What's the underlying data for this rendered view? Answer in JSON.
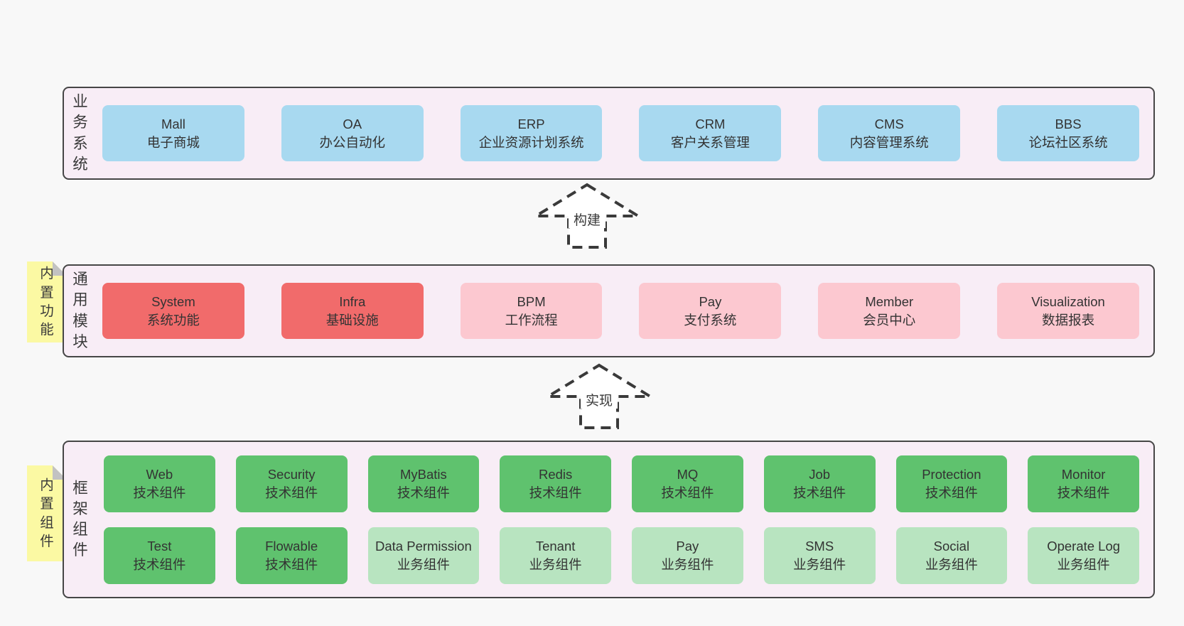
{
  "colors": {
    "page-bg": "#f8f8f8",
    "panel-bg": "#f8edf6",
    "panel-border": "#464646",
    "blue": "#a8d9f0",
    "red": "#f16b6b",
    "pink": "#fcc8d0",
    "green": "#5fc26e",
    "green-light": "#b8e4c0",
    "sticky-yellow": "#fbf9a3",
    "sticky-fold": "#c2c2c2",
    "text": "#333333"
  },
  "arrows": [
    {
      "label": "构建"
    },
    {
      "label": "实现"
    }
  ],
  "sections": [
    {
      "label": "业务系统",
      "boxes": [
        {
          "title": "Mall",
          "subtitle": "电子商城",
          "variant": "blue"
        },
        {
          "title": "OA",
          "subtitle": "办公自动化",
          "variant": "blue"
        },
        {
          "title": "ERP",
          "subtitle": "企业资源计划系统",
          "variant": "blue"
        },
        {
          "title": "CRM",
          "subtitle": "客户关系管理",
          "variant": "blue"
        },
        {
          "title": "CMS",
          "subtitle": "内容管理系统",
          "variant": "blue"
        },
        {
          "title": "BBS",
          "subtitle": "论坛社区系统",
          "variant": "blue"
        }
      ]
    },
    {
      "label": "通用模块",
      "sticky": "内置功能",
      "boxes": [
        {
          "title": "System",
          "subtitle": "系统功能",
          "variant": "red"
        },
        {
          "title": "Infra",
          "subtitle": "基础设施",
          "variant": "red"
        },
        {
          "title": "BPM",
          "subtitle": "工作流程",
          "variant": "pink"
        },
        {
          "title": "Pay",
          "subtitle": "支付系统",
          "variant": "pink"
        },
        {
          "title": "Member",
          "subtitle": "会员中心",
          "variant": "pink"
        },
        {
          "title": "Visualization",
          "subtitle": "数据报表",
          "variant": "pink"
        }
      ]
    },
    {
      "label": "框架组件",
      "sticky": "内置组件",
      "rows": [
        [
          {
            "title": "Web",
            "subtitle": "技术组件",
            "variant": "green"
          },
          {
            "title": "Security",
            "subtitle": "技术组件",
            "variant": "green"
          },
          {
            "title": "MyBatis",
            "subtitle": "技术组件",
            "variant": "green"
          },
          {
            "title": "Redis",
            "subtitle": "技术组件",
            "variant": "green"
          },
          {
            "title": "MQ",
            "subtitle": "技术组件",
            "variant": "green"
          },
          {
            "title": "Job",
            "subtitle": "技术组件",
            "variant": "green"
          },
          {
            "title": "Protection",
            "subtitle": "技术组件",
            "variant": "green"
          },
          {
            "title": "Monitor",
            "subtitle": "技术组件",
            "variant": "green"
          }
        ],
        [
          {
            "title": "Test",
            "subtitle": "技术组件",
            "variant": "green"
          },
          {
            "title": "Flowable",
            "subtitle": "技术组件",
            "variant": "green"
          },
          {
            "title": "Data Permission",
            "subtitle": "业务组件",
            "variant": "green-light"
          },
          {
            "title": "Tenant",
            "subtitle": "业务组件",
            "variant": "green-light"
          },
          {
            "title": "Pay",
            "subtitle": "业务组件",
            "variant": "green-light"
          },
          {
            "title": "SMS",
            "subtitle": "业务组件",
            "variant": "green-light"
          },
          {
            "title": "Social",
            "subtitle": "业务组件",
            "variant": "green-light"
          },
          {
            "title": "Operate Log",
            "subtitle": "业务组件",
            "variant": "green-light"
          }
        ]
      ]
    }
  ]
}
